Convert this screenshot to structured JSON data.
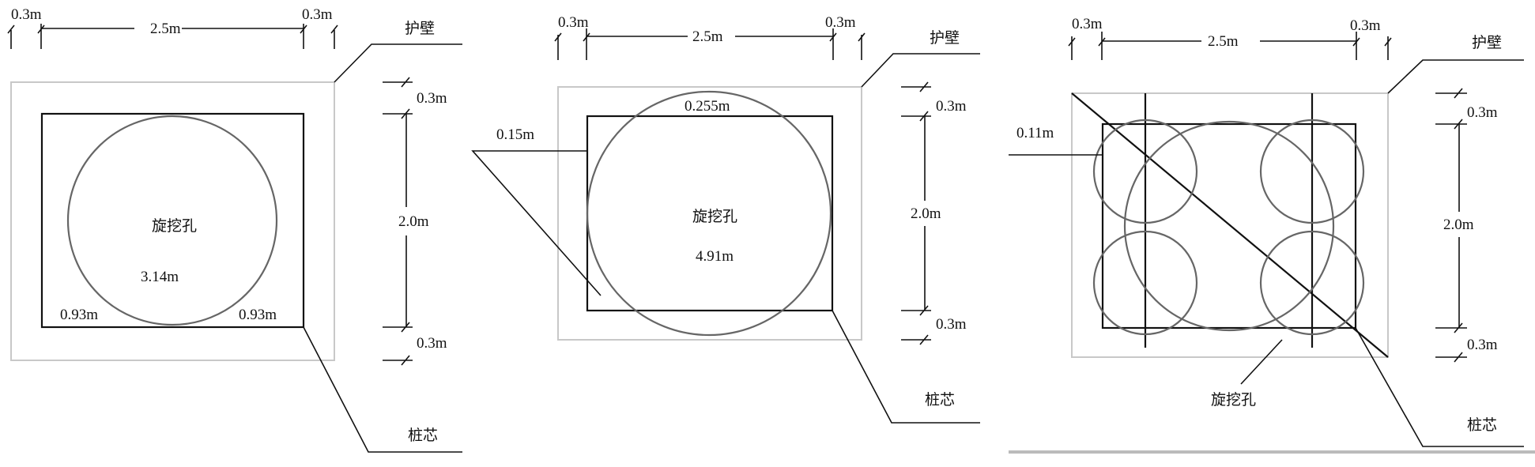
{
  "diagrams": [
    {
      "dims": {
        "wall_left": "0.3m",
        "core": "2.5m",
        "wall_right": "0.3m",
        "v_top": "0.3m",
        "v_core": "2.0m",
        "v_bottom": "0.3m"
      },
      "labels": {
        "retaining_wall": "护壁",
        "pile_core": "桩芯",
        "hole": "旋挖孔",
        "area": "3.14m",
        "corner_left": "0.93m",
        "corner_right": "0.93m"
      }
    },
    {
      "dims": {
        "wall_left": "0.3m",
        "core": "2.5m",
        "wall_right": "0.3m",
        "v_top": "0.3m",
        "v_core": "2.0m",
        "v_bottom": "0.3m"
      },
      "labels": {
        "retaining_wall": "护壁",
        "pile_core": "桩芯",
        "hole": "旋挖孔",
        "area": "4.91m",
        "top_gap": "0.255m",
        "side_gap": "0.15m"
      }
    },
    {
      "dims": {
        "wall_left": "0.3m",
        "core": "2.5m",
        "wall_right": "0.3m",
        "v_top": "0.3m",
        "v_core": "2.0m",
        "v_bottom": "0.3m"
      },
      "labels": {
        "retaining_wall": "护壁",
        "pile_core": "桩芯",
        "hole": "旋挖孔",
        "side_gap": "0.11m"
      }
    }
  ]
}
